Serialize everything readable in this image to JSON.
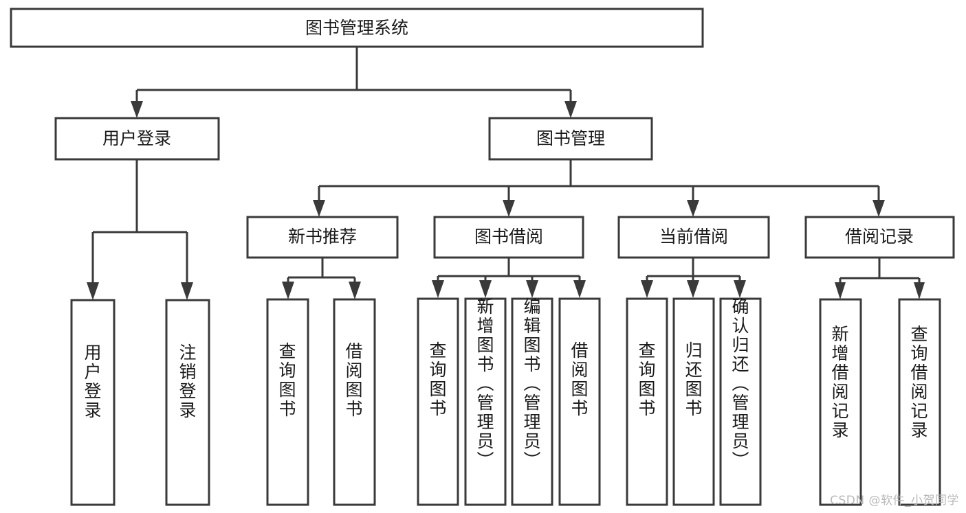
{
  "diagram": {
    "title": "图书管理系统",
    "type": "tree",
    "root": {
      "id": "root",
      "label": "图书管理系统",
      "orientation": "horizontal"
    },
    "level1": [
      {
        "id": "user-login",
        "label": "用户登录",
        "orientation": "horizontal"
      },
      {
        "id": "book-manage",
        "label": "图书管理",
        "orientation": "horizontal"
      }
    ],
    "level2": [
      {
        "id": "new-book-rec",
        "label": "新书推荐",
        "parent": "book-manage",
        "orientation": "horizontal"
      },
      {
        "id": "book-borrow",
        "label": "图书借阅",
        "parent": "book-manage",
        "orientation": "horizontal"
      },
      {
        "id": "current-borrow",
        "label": "当前借阅",
        "parent": "book-manage",
        "orientation": "horizontal"
      },
      {
        "id": "borrow-record",
        "label": "借阅记录",
        "parent": "book-manage",
        "orientation": "horizontal"
      }
    ],
    "leaves": [
      {
        "id": "leaf-user-login",
        "label": "用户登录",
        "parent": "user-login",
        "orientation": "vertical"
      },
      {
        "id": "leaf-logout-login",
        "label": "注销登录",
        "parent": "user-login",
        "orientation": "vertical"
      },
      {
        "id": "leaf-query-book-1",
        "label": "查询图书",
        "parent": "new-book-rec",
        "orientation": "vertical"
      },
      {
        "id": "leaf-borrow-book-1",
        "label": "借阅图书",
        "parent": "new-book-rec",
        "orientation": "vertical"
      },
      {
        "id": "leaf-query-book-2",
        "label": "查询图书",
        "parent": "book-borrow",
        "orientation": "vertical"
      },
      {
        "id": "leaf-add-book",
        "label": "新增图书（管理员）",
        "parent": "book-borrow",
        "orientation": "vertical"
      },
      {
        "id": "leaf-edit-book",
        "label": "编辑图书（管理员）",
        "parent": "book-borrow",
        "orientation": "vertical"
      },
      {
        "id": "leaf-borrow-book-2",
        "label": "借阅图书",
        "parent": "book-borrow",
        "orientation": "vertical"
      },
      {
        "id": "leaf-query-book-3",
        "label": "查询图书",
        "parent": "current-borrow",
        "orientation": "vertical"
      },
      {
        "id": "leaf-return-book",
        "label": "归还图书",
        "parent": "current-borrow",
        "orientation": "vertical"
      },
      {
        "id": "leaf-confirm-return",
        "label": "确认归还（管理员）",
        "parent": "current-borrow",
        "orientation": "vertical"
      },
      {
        "id": "leaf-add-record",
        "label": "新增借阅记录",
        "parent": "borrow-record",
        "orientation": "vertical"
      },
      {
        "id": "leaf-query-record",
        "label": "查询借阅记录",
        "parent": "borrow-record",
        "orientation": "vertical"
      }
    ]
  },
  "colors": {
    "stroke": "#3a3a3a",
    "fill": "#ffffff",
    "text": "#1a1a1a",
    "watermark": "#b9b9b9"
  },
  "watermark": {
    "text": "CSDN @软件_小贺同学"
  }
}
